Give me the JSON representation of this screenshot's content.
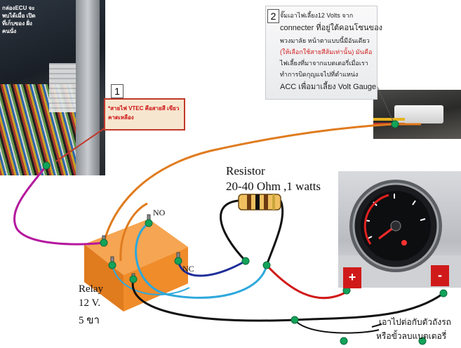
{
  "ecu_note": "กล่องECU จะพบได้เมื่อ เปิดที่เก็บของ ฝั่งคนนั่ง",
  "callout1": {
    "number": "1",
    "text": "*สายไฟ VTEC คือสายสี เขียวคาดเหลือง"
  },
  "callout2": {
    "number": "2",
    "line1": "จั๊มเอาไฟเลี้ยง12 Volts จาก",
    "line2": "connecter ที่อยู่ใต้คอนโซนของ",
    "line3": "พวงมาลัย หน้าตาแบบนี้มีอันเดียว",
    "line4": "(ให้เลือกใช้สายสีส้มเท่านั้น) มันคือ",
    "line5": "ไฟเลี้ยงที่มาจากแบตเตอรี่เมื่อเรา",
    "line6": "ทำการบิดกุญแจไปที่ตำแหน่ง",
    "line7": "ACC เพื่อมาเลี้ยง Volt Gauge"
  },
  "resistor": {
    "title": "Resistor",
    "spec": "20-40 Ohm ,1 watts"
  },
  "relay": {
    "no": "NO",
    "nc": "NC",
    "line1": "Relay",
    "line2": "12 V.",
    "line3": "5 ขา"
  },
  "terminals": {
    "plus": "+",
    "minus": "-"
  },
  "ground_note": {
    "line1": "เอาไปต่อกับตัวถังรถ",
    "line2": "หรือขั้วลบแบตเตอรี่"
  },
  "colors": {
    "orange_wire": "#e07b1e",
    "magenta_wire": "#b5179e",
    "blue_wire": "#1e2d9a",
    "cyan_wire": "#2ea8dc",
    "red_wire": "#d01a1a",
    "black_wire": "#111111",
    "node": "#13a35a",
    "relay_body": "#f08c2a"
  }
}
